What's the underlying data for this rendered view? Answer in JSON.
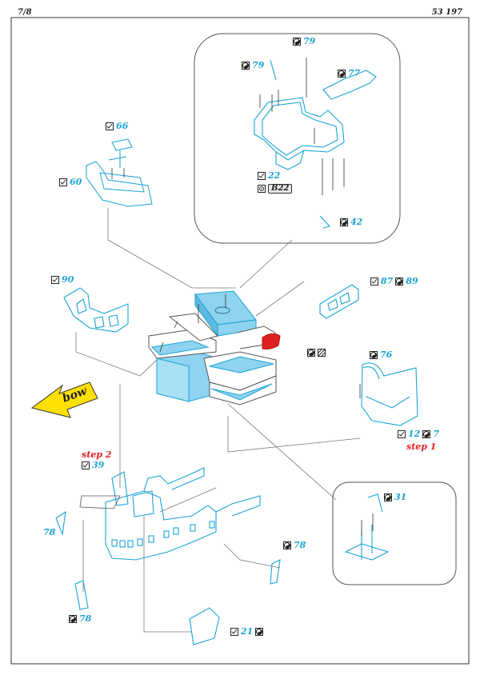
{
  "header": {
    "page": "7/8",
    "code": "53 197"
  },
  "callouts": {
    "p66": "66",
    "p60": "60",
    "p79a": "79",
    "p79b": "79",
    "p77": "77",
    "p22": "22",
    "b22": "B22",
    "p42": "42",
    "p90": "90",
    "p87": "87",
    "p89": "89",
    "p76": "76",
    "p12": "12",
    "p7": "7",
    "p39": "39",
    "p31": "31",
    "p78a": "78",
    "p78b": "78",
    "p78c": "78",
    "p21": "21"
  },
  "steps": {
    "step1": "step 1",
    "step2": "step 2"
  },
  "bow_arrow": {
    "label": "bow"
  },
  "colors": {
    "part": "#1aa3d6",
    "fill": "#8ed3ef",
    "accent": "#e02020",
    "arrow": "#ffe000"
  }
}
